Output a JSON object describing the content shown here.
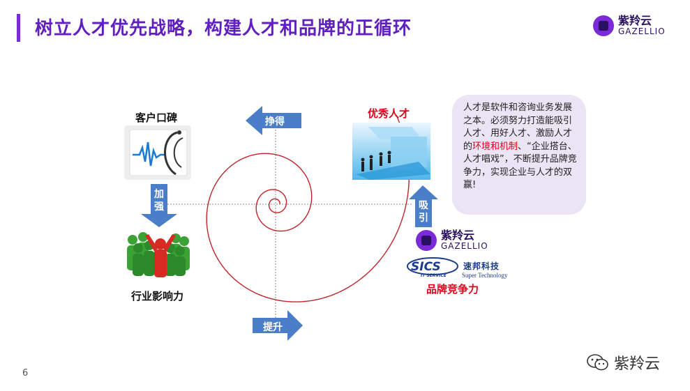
{
  "header": {
    "title": "树立人才优先战略，构建人才和品牌的正循环",
    "logo_cn": "紫羚云",
    "logo_en": "GAZELLIO"
  },
  "diagram": {
    "reputation_label": "客户口碑",
    "strengthen_label": "加强",
    "industry_label": "行业影响力",
    "earn_label": "挣得",
    "talent_label": "优秀人才",
    "attract_label": "吸引",
    "improve_label": "提升",
    "brand_label": "品牌竞争力",
    "brand_logo_cn": "紫羚云",
    "brand_logo_en": "GAZELLIO",
    "sics_en": "SICS",
    "sics_cn": "速邦科技",
    "sics_service": "IT SERVICE",
    "sics_sub": "Super Technology"
  },
  "callout": {
    "text_part1": "人才是软件和咨询业务发展之本。必须努力打造能吸引人才、用好人才、激励人才的",
    "text_highlight": "环境和机制",
    "text_part2": "、“企业搭台、人才唱戏”，不断提升品牌竞争力，实现企业与人才的双赢!",
    "highlight_color": "#e0001a"
  },
  "footer": {
    "page_number": "6",
    "watermark": "紫羚云"
  },
  "colors": {
    "accent": "#7a2bd6",
    "arrow": "#4a7ec8",
    "spiral": "#c0242a"
  }
}
